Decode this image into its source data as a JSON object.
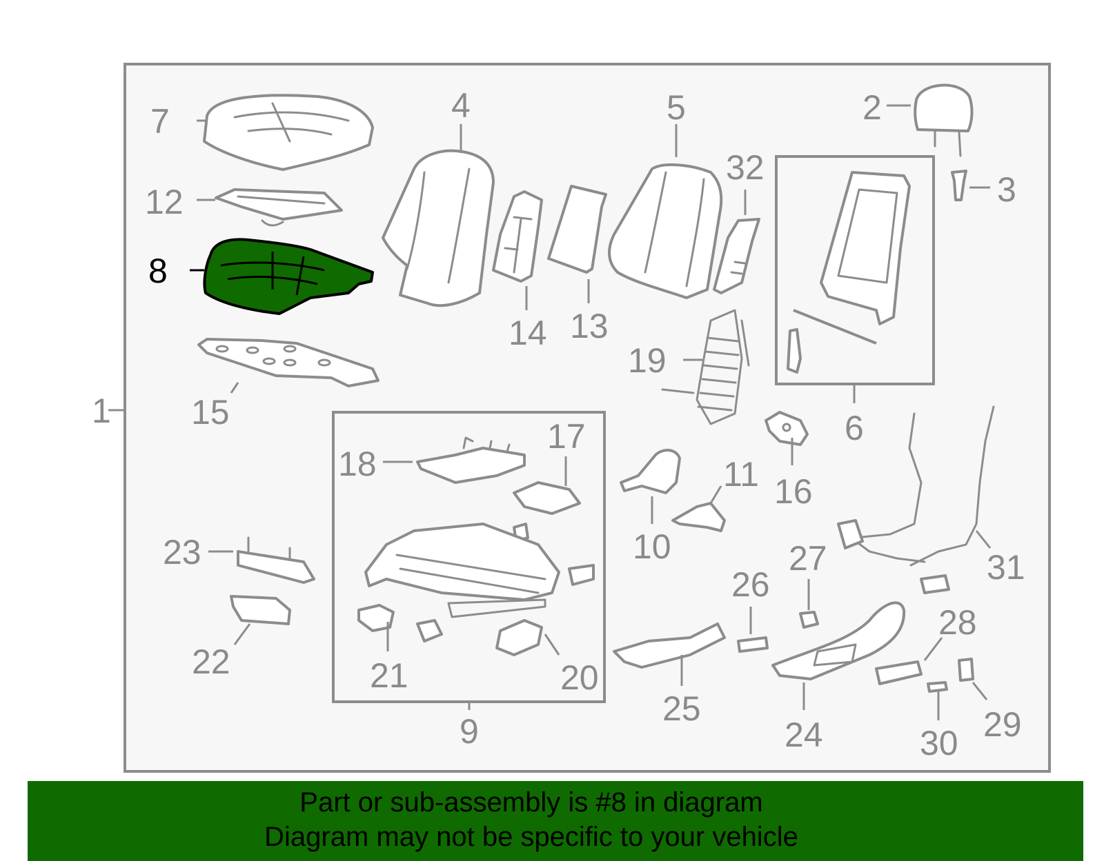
{
  "diagram": {
    "highlighted_part": "8",
    "highlight_color": "#0f6b00",
    "frame_color": "#8c8c8c",
    "callouts": [
      {
        "id": "1",
        "label": "1"
      },
      {
        "id": "2",
        "label": "2"
      },
      {
        "id": "3",
        "label": "3"
      },
      {
        "id": "4",
        "label": "4"
      },
      {
        "id": "5",
        "label": "5"
      },
      {
        "id": "6",
        "label": "6"
      },
      {
        "id": "7",
        "label": "7"
      },
      {
        "id": "8",
        "label": "8"
      },
      {
        "id": "9",
        "label": "9"
      },
      {
        "id": "10",
        "label": "10"
      },
      {
        "id": "11",
        "label": "11"
      },
      {
        "id": "12",
        "label": "12"
      },
      {
        "id": "13",
        "label": "13"
      },
      {
        "id": "14",
        "label": "14"
      },
      {
        "id": "15",
        "label": "15"
      },
      {
        "id": "16",
        "label": "16"
      },
      {
        "id": "17",
        "label": "17"
      },
      {
        "id": "18",
        "label": "18"
      },
      {
        "id": "19",
        "label": "19"
      },
      {
        "id": "20",
        "label": "20"
      },
      {
        "id": "21",
        "label": "21"
      },
      {
        "id": "22",
        "label": "22"
      },
      {
        "id": "23",
        "label": "23"
      },
      {
        "id": "24",
        "label": "24"
      },
      {
        "id": "25",
        "label": "25"
      },
      {
        "id": "26",
        "label": "26"
      },
      {
        "id": "27",
        "label": "27"
      },
      {
        "id": "28",
        "label": "28"
      },
      {
        "id": "29",
        "label": "29"
      },
      {
        "id": "30",
        "label": "30"
      },
      {
        "id": "31",
        "label": "31"
      },
      {
        "id": "32",
        "label": "32"
      }
    ]
  },
  "footer": {
    "line1": "Part or sub-assembly is #8 in diagram",
    "line2": "Diagram may not be specific to your vehicle",
    "background": "#0f6b00"
  }
}
